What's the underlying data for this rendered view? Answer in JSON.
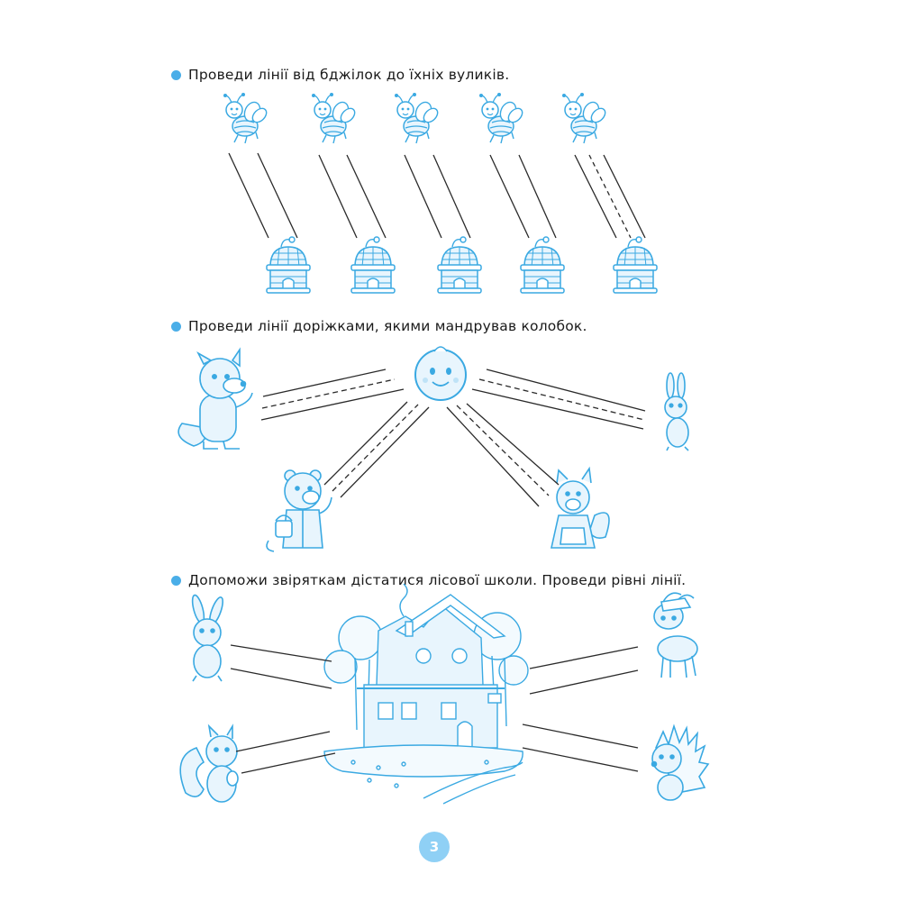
{
  "colors": {
    "outline": "#3aa9e2",
    "fill": "#e8f5fd",
    "line": "#2a2a2a",
    "bullet": "#4aaee8",
    "page_badge": "#8fd0f5"
  },
  "tasks": [
    {
      "text": "Проведи лінії від бджілок до їхніх вуликів."
    },
    {
      "text": "Проведи лінії доріжками, якими мандрував колобок."
    },
    {
      "text": "Допоможи звіряткам дістатися лісової школи. Проведи рівні лінії."
    }
  ],
  "page_number": "3",
  "icons": [
    "bee-icon",
    "beehive-icon",
    "kolobok-icon",
    "wolf-icon",
    "bear-icon",
    "hare-icon",
    "fox-icon",
    "squirrel-icon",
    "goat-icon",
    "hedgehog-icon",
    "forest-school-icon"
  ]
}
